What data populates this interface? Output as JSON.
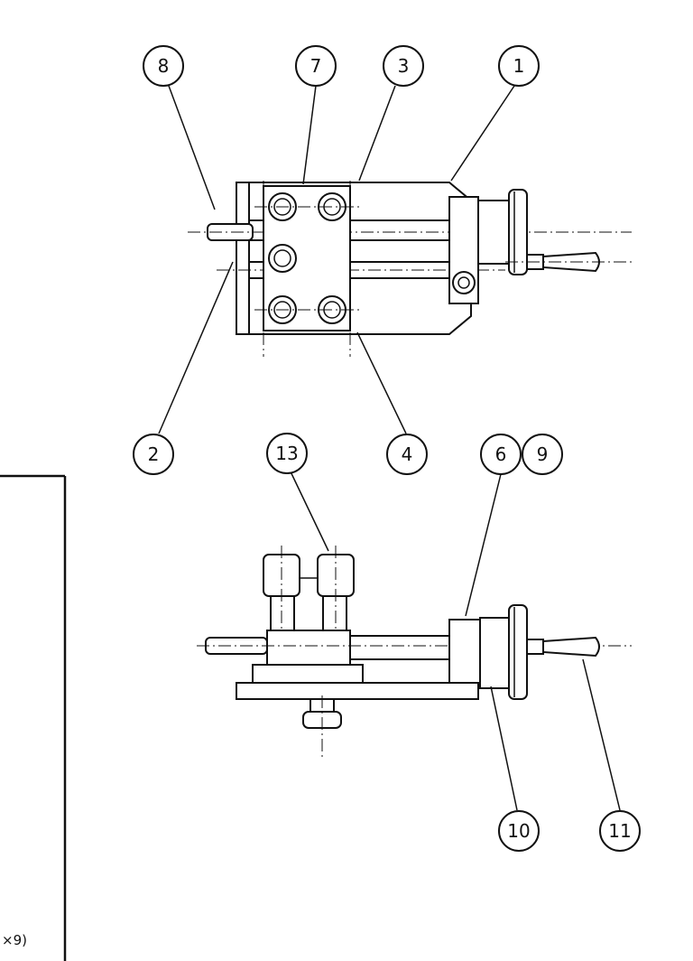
{
  "balloons": [
    {
      "id": "b8",
      "label": "8"
    },
    {
      "id": "b7",
      "label": "7"
    },
    {
      "id": "b3",
      "label": "3"
    },
    {
      "id": "b1",
      "label": "1"
    },
    {
      "id": "b2",
      "label": "2"
    },
    {
      "id": "b4",
      "label": "4"
    },
    {
      "id": "b13",
      "label": "13"
    },
    {
      "id": "b6",
      "label": "6"
    },
    {
      "id": "b9",
      "label": "9"
    },
    {
      "id": "b10",
      "label": "10"
    },
    {
      "id": "b11",
      "label": "11"
    }
  ],
  "frame": {
    "corner_note": "×9)"
  }
}
